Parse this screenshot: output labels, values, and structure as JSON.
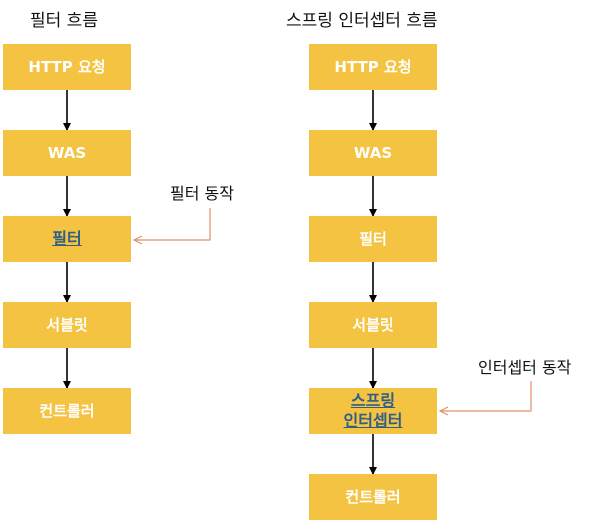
{
  "filter_flow": {
    "title": "필터 흐름",
    "steps": [
      "HTTP 요청",
      "WAS",
      "필터",
      "서블릿",
      "컨트롤러"
    ],
    "note": "필터 동작"
  },
  "interceptor_flow": {
    "title": "스프링 인터셉터 흐름",
    "steps": [
      "HTTP 요청",
      "WAS",
      "필터",
      "서블릿",
      "스프링",
      "인터셉터",
      "컨트롤러"
    ],
    "note": "인터셉터 동작"
  },
  "colors": {
    "box": "#F5C342",
    "highlight_text": "#2F5F86",
    "pointer": "#E0906A"
  }
}
